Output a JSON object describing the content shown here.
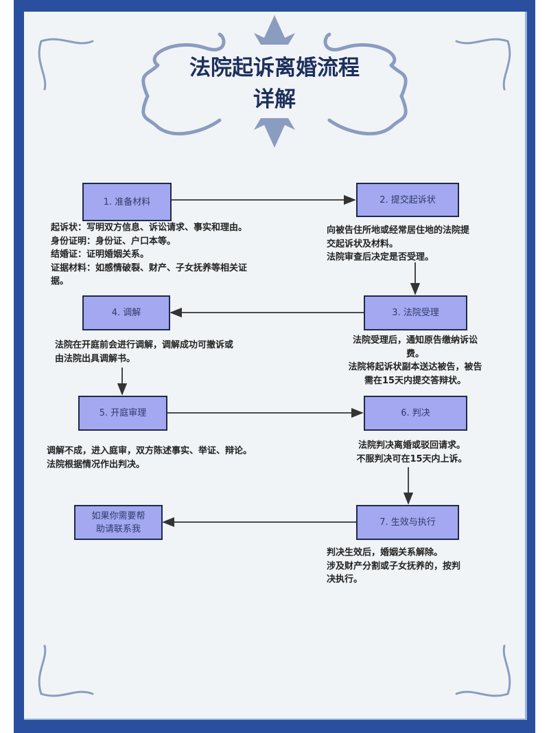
{
  "title": {
    "line1": "法院起诉离婚流程",
    "line2": "详解"
  },
  "steps": [
    {
      "label": "1. 准备材料",
      "desc": [
        "起诉状：写明双方信息、诉讼请求、事实和理由。",
        "身份证明：身份证、户口本等。",
        "结婚证：证明婚姻关系。",
        "证据材料：如感情破裂、财产、子女抚养等相关证",
        "据。"
      ]
    },
    {
      "label": "2. 提交起诉状",
      "desc": [
        "向被告住所地或经常居住地的法院提",
        "交起诉状及材料。",
        "法院审查后决定是否受理。"
      ]
    },
    {
      "label": "3. 法院受理",
      "desc": [
        "法院受理后，通知原告缴纳诉讼",
        "费。",
        "法院将起诉状副本送达被告，被告",
        "需在15天内提交答辩状。"
      ]
    },
    {
      "label": "4. 调解",
      "desc": [
        "法院在开庭前会进行调解，调解成功可撤诉或",
        "由法院出具调解书。"
      ]
    },
    {
      "label": "5. 开庭审理",
      "desc": [
        "调解不成，进入庭审，双方陈述事实、举证、辩论。",
        "法院根据情况作出判决。"
      ]
    },
    {
      "label": "6. 判决",
      "desc": [
        "法院判决离婚或驳回请求。",
        "不服判决可在15天内上诉。"
      ]
    },
    {
      "label": "7. 生效与执行",
      "desc": [
        "判决生效后，婚姻关系解除。",
        "涉及财产分割或子女抚养的，按判",
        "决执行。"
      ]
    }
  ],
  "help_box": {
    "line1": "如果你需要帮",
    "line2": "助请联系我"
  },
  "colors": {
    "frame": "#2a4f9e",
    "box": "#a3a8f0",
    "title": "#1d2f5c",
    "ornament": "#8a9cc0"
  }
}
